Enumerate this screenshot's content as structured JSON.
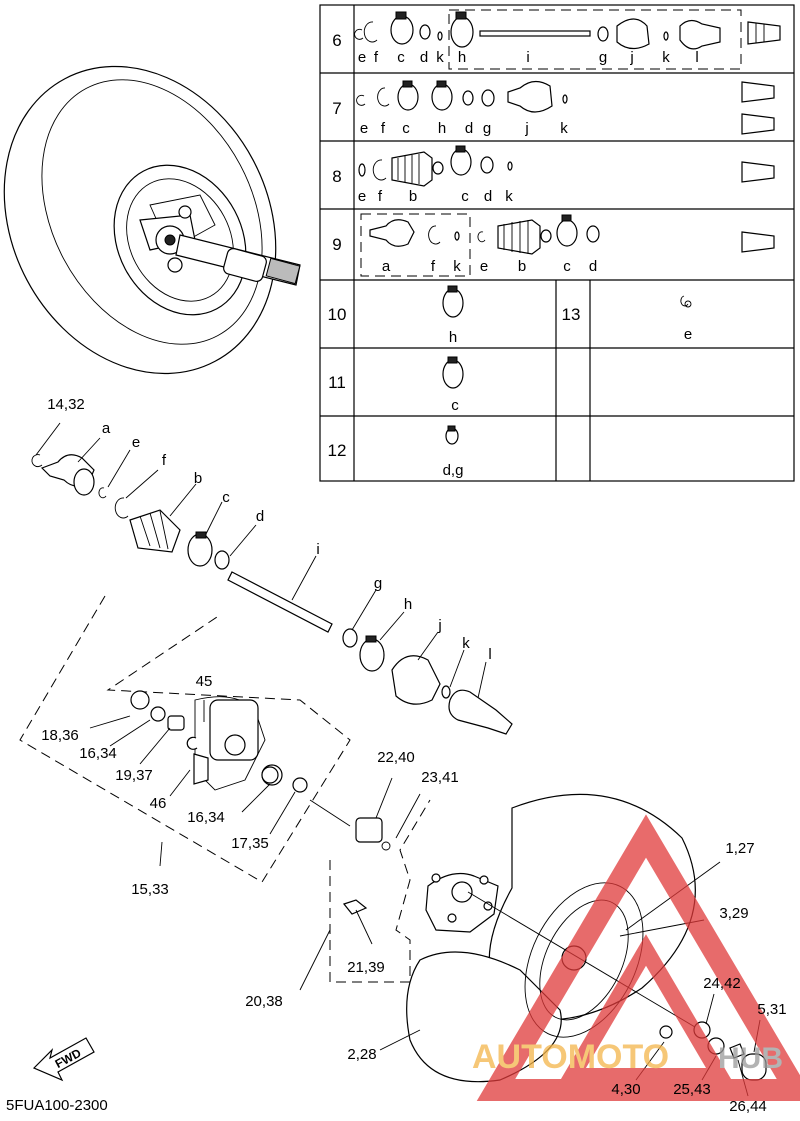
{
  "document": {
    "code": "5FUA100-2300",
    "fwd_label": "FWD"
  },
  "watermark": {
    "text_left": "AUTOMOTO",
    "text_right": "HUB",
    "colors": {
      "text": "#f4b54a",
      "triangle": "#e03a3a"
    }
  },
  "kit_table": {
    "rows": [
      {
        "num": "6",
        "letters": [
          "e",
          "f",
          "c",
          "d",
          "k",
          "h",
          "i",
          "g",
          "j",
          "k",
          "l"
        ]
      },
      {
        "num": "7",
        "letters": [
          "e",
          "f",
          "c",
          "h",
          "d",
          "g",
          "j",
          "k"
        ]
      },
      {
        "num": "8",
        "letters": [
          "e",
          "f",
          "b",
          "c",
          "d",
          "k"
        ]
      },
      {
        "num": "9",
        "letters": [
          "a",
          "f",
          "k",
          "e",
          "b",
          "c",
          "d"
        ]
      },
      {
        "num": "10",
        "letters": [
          "h"
        ]
      },
      {
        "num": "11",
        "letters": [
          "c"
        ]
      },
      {
        "num": "12",
        "letters": [
          "d,g"
        ]
      },
      {
        "num": "13",
        "letters": [
          "e"
        ]
      }
    ]
  },
  "callouts": {
    "c14_32": "14,32",
    "a": "a",
    "e": "e",
    "f": "f",
    "b": "b",
    "c": "c",
    "d": "d",
    "i": "i",
    "g": "g",
    "h": "h",
    "j": "j",
    "k": "k",
    "l": "l",
    "c45": "45",
    "c18_36": "18,36",
    "c16_34a": "16,34",
    "c19_37": "19,37",
    "c46": "46",
    "c16_34b": "16,34",
    "c17_35": "17,35",
    "c15_33": "15,33",
    "c22_40": "22,40",
    "c23_41": "23,41",
    "c1_27": "1,27",
    "c3_29": "3,29",
    "c21_39": "21,39",
    "c20_38": "20,38",
    "c24_42": "24,42",
    "c5_31": "5,31",
    "c2_28": "2,28",
    "c4_30": "4,30",
    "c25_43": "25,43",
    "c26_44": "26,44"
  }
}
